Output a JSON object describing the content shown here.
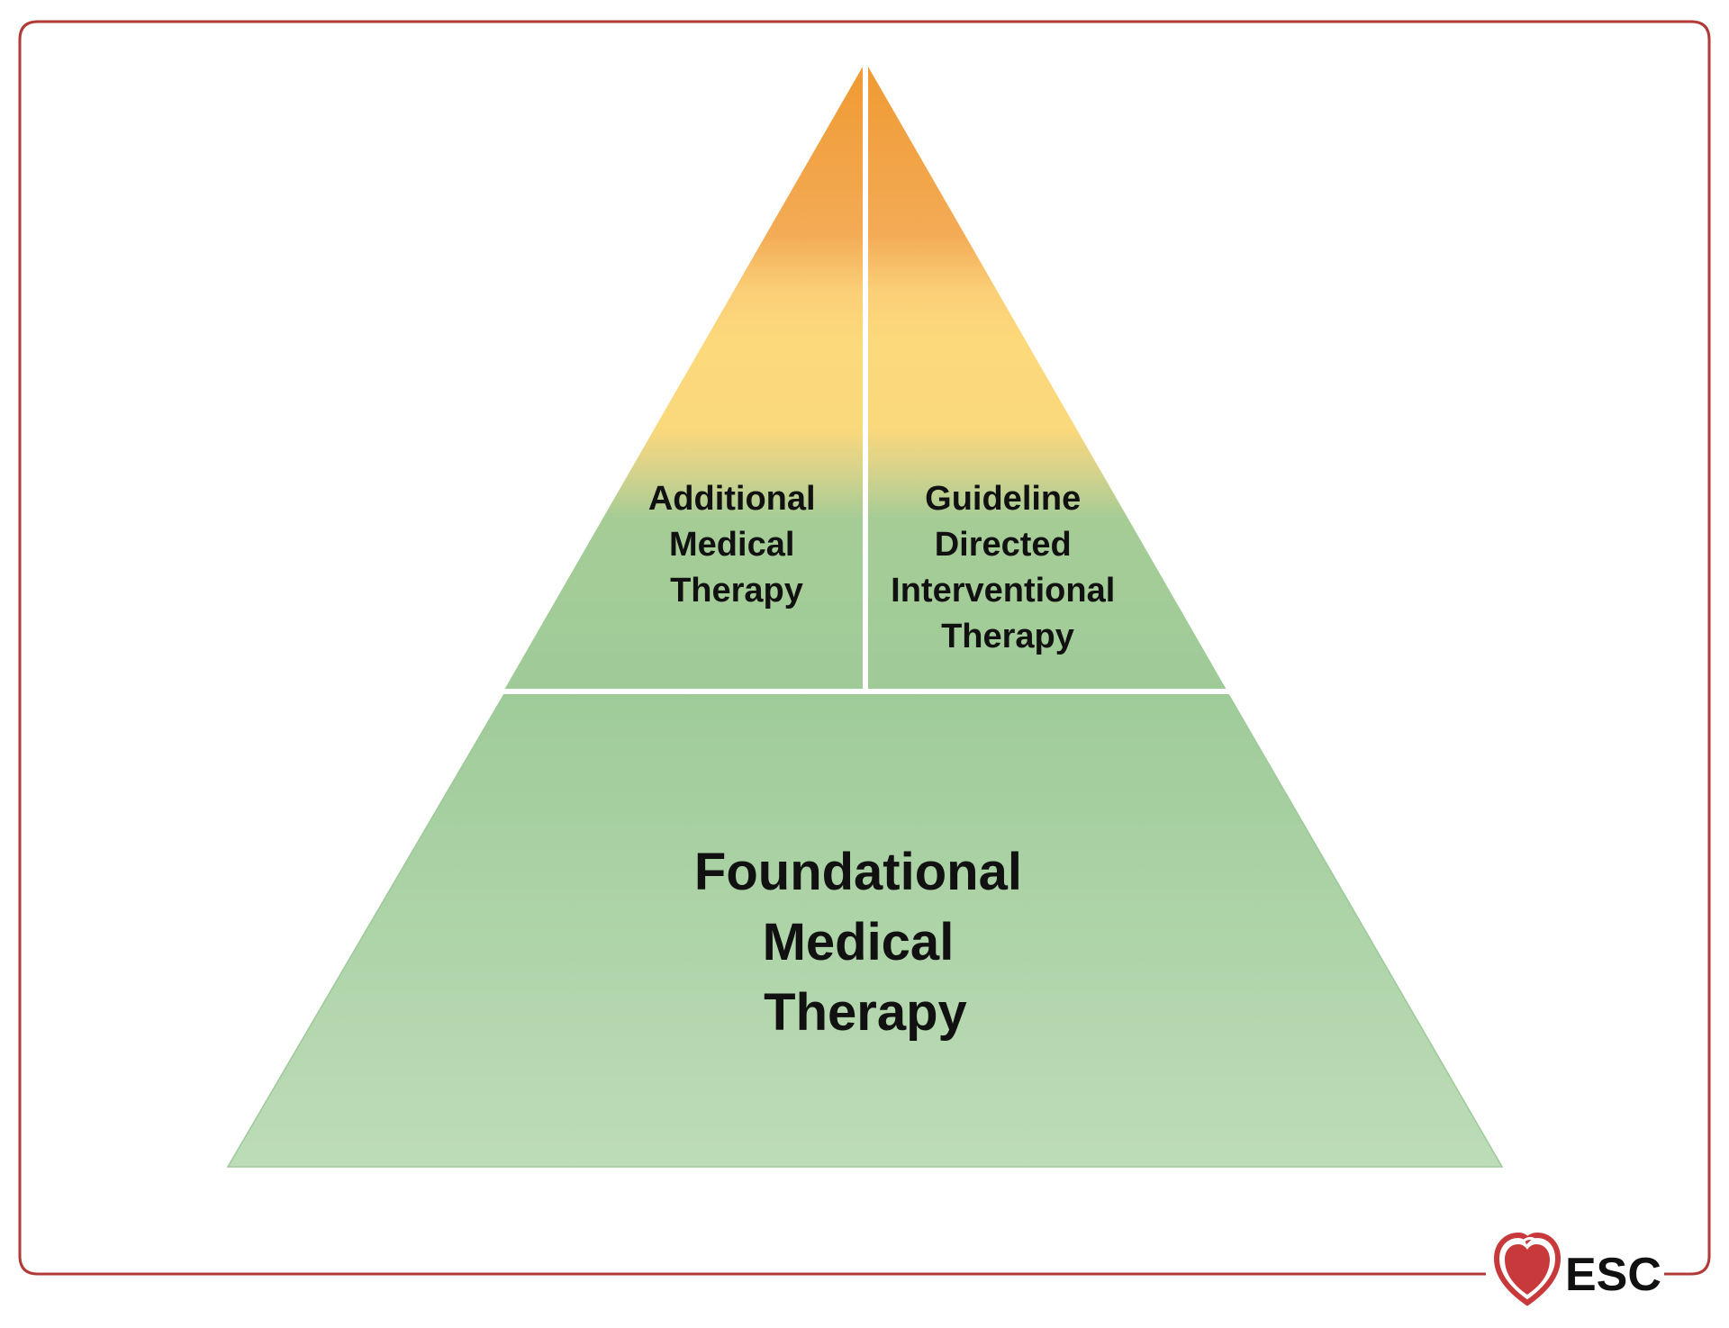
{
  "diagram": {
    "segments": {
      "top_left": {
        "lines": [
          "Additional",
          "Medical",
          "Therapy"
        ]
      },
      "top_right": {
        "lines": [
          "Guideline",
          "Directed",
          "Interventional",
          "Therapy"
        ]
      },
      "base": {
        "lines": [
          "Foundational",
          "Medical",
          "Therapy"
        ]
      }
    }
  },
  "logo": {
    "text": "ESC",
    "icon": "heart-logo-icon"
  },
  "colors": {
    "frame": "#b03a37",
    "orange": "#f09a33",
    "yellow": "#fcd97b",
    "green_top": "#9ecb98",
    "green_bottom": "#bcdcb7",
    "logo_red": "#c8393b",
    "text": "#111111",
    "divider": "#ffffff"
  }
}
